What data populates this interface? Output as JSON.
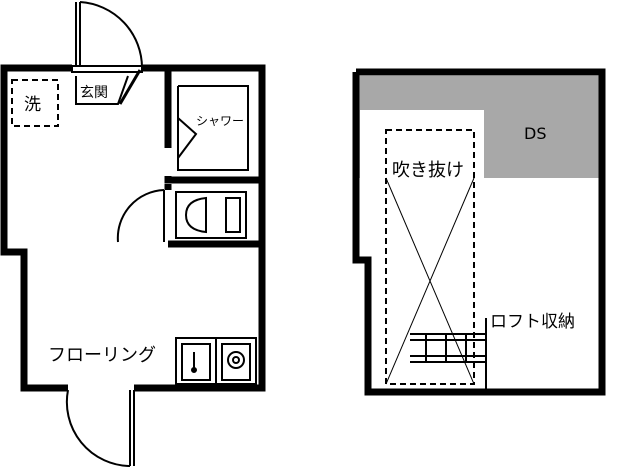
{
  "main_floor": {
    "rooms": {
      "laundry": "洗",
      "entrance": "玄関",
      "shower": "シャワー",
      "flooring": "フローリング"
    }
  },
  "loft": {
    "labels": {
      "ds": "DS",
      "void": "吹き抜け",
      "loft_storage": "ロフト収納"
    }
  }
}
